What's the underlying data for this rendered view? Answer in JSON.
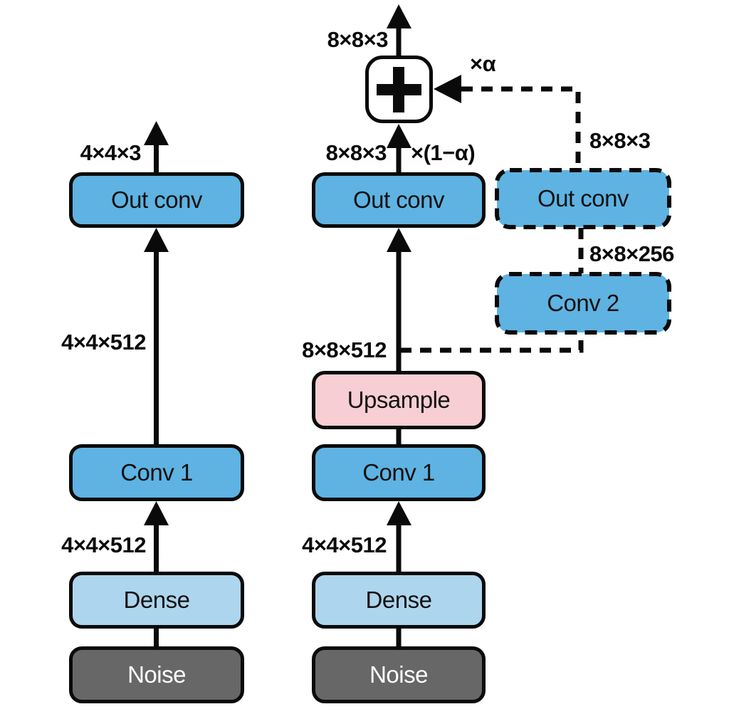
{
  "diagram": {
    "left_column": {
      "top_label": "4×4×3",
      "out_conv": "Out conv",
      "mid_label": "4×4×512",
      "conv1": "Conv 1",
      "low_label": "4×4×512",
      "dense": "Dense",
      "noise": "Noise"
    },
    "center_column": {
      "top_label": "8×8×3",
      "times_alpha": "×α",
      "merge_operator": "+",
      "merge_label": "8×8×3",
      "times_one_minus_alpha": "×(1−α)",
      "out_conv": "Out conv",
      "mid_label": "8×8×512",
      "upsample": "Upsample",
      "conv1": "Conv 1",
      "low_label": "4×4×512",
      "dense": "Dense",
      "noise": "Noise"
    },
    "right_branch": {
      "branch_label": "8×8×3",
      "out_conv": "Out conv",
      "between_label": "8×8×256",
      "conv2": "Conv 2"
    },
    "colors": {
      "box_blue": "#5eb3e2",
      "box_light_blue": "#aed5ee",
      "box_pink": "#f6ced3",
      "box_gray": "#676767",
      "outline": "#0a0a0a",
      "background": "#ffffff"
    }
  }
}
